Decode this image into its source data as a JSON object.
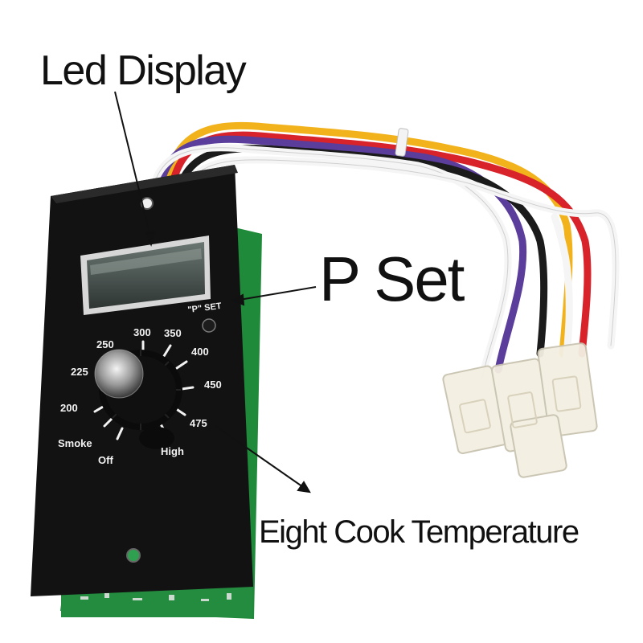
{
  "callouts": {
    "led_display": "Led Display",
    "p_set": "P Set",
    "cook_temperature": "Eight Cook Temperature"
  },
  "panel": {
    "p_set_label": "\"P\" SET",
    "dial_labels": {
      "smoke": "Smoke",
      "off": "Off",
      "t200": "200",
      "t225": "225",
      "t250": "250",
      "t300": "300",
      "t350": "350",
      "t400": "400",
      "t450": "450",
      "t475": "475",
      "high": "High"
    }
  },
  "colors": {
    "panel": "#121212",
    "pcb": "#1f8a3a",
    "wire_yellow": "#f2b21b",
    "wire_red": "#d8232a",
    "wire_purple": "#5b3d9c",
    "wire_black": "#1b1b1b",
    "wire_white": "#f5f5f5",
    "connector": "#f3efe2"
  }
}
